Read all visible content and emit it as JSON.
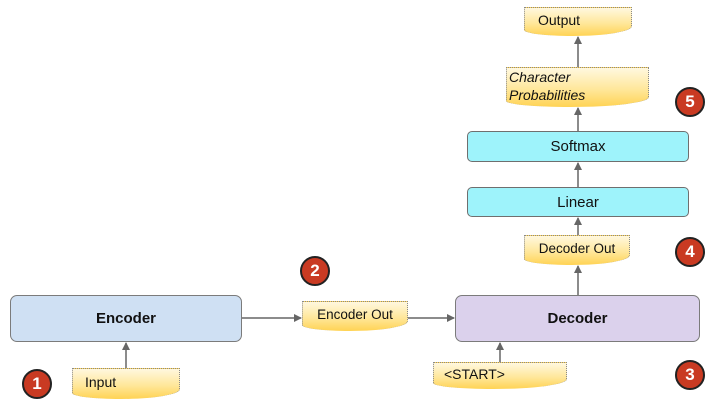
{
  "blocks": {
    "encoder": "Encoder",
    "decoder": "Decoder",
    "linear": "Linear",
    "softmax": "Softmax"
  },
  "notes": {
    "input": "Input",
    "encoder_out": "Encoder Out",
    "start": "<START>",
    "decoder_out": "Decoder Out",
    "char_probs_line1": "Character",
    "char_probs_line2": "Probabilities",
    "output": "Output"
  },
  "steps": [
    "1",
    "2",
    "3",
    "4",
    "5"
  ],
  "colors": {
    "encoder_fill": "#cfe0f3",
    "decoder_fill": "#dbd1ec",
    "layer_fill": "#9ef3fb",
    "note_fill": "#ffd354",
    "badge_fill": "#c93a22",
    "arrow": "#666666"
  }
}
